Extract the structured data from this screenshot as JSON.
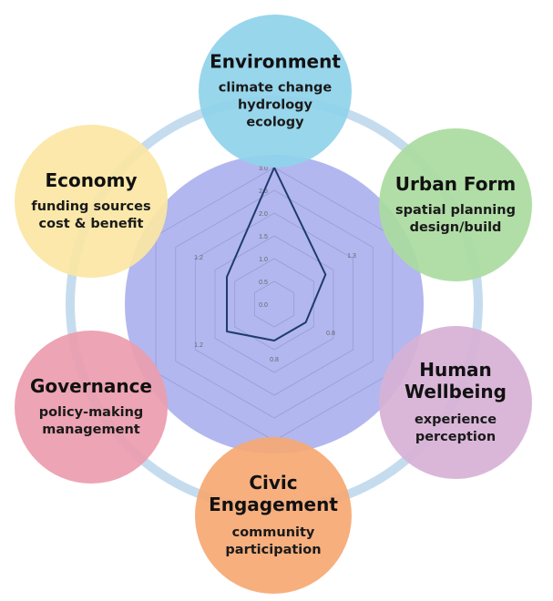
{
  "nodes": [
    {
      "id": "environment",
      "title_lines": [
        "Environment"
      ],
      "sub_lines": [
        "climate change",
        "hydrology",
        "ecology"
      ],
      "color": "#8fd3ea"
    },
    {
      "id": "urban-form",
      "title_lines": [
        "Urban Form"
      ],
      "sub_lines": [
        "spatial planning",
        "design/build"
      ],
      "color": "#aadba0"
    },
    {
      "id": "human-wellbeing",
      "title_lines": [
        "Human",
        "Wellbeing"
      ],
      "sub_lines": [
        "experience",
        "perception"
      ],
      "color": "#d7b1d6"
    },
    {
      "id": "civic-engagement",
      "title_lines": [
        "Civic",
        "Engagement"
      ],
      "sub_lines": [
        "community",
        "participation"
      ],
      "color": "#f6a873"
    },
    {
      "id": "governance",
      "title_lines": [
        "Governance"
      ],
      "sub_lines": [
        "policy-making",
        "management"
      ],
      "color": "#ec9cae"
    },
    {
      "id": "economy",
      "title_lines": [
        "Economy"
      ],
      "sub_lines": [
        "funding sources",
        "cost & benefit"
      ],
      "color": "#fbe6a3"
    }
  ],
  "colors": {
    "ring": "#c5dcef",
    "center": "#a5aaec",
    "grid": "#8e92c8",
    "series_line": "#1f3b6e"
  },
  "chart_data": {
    "type": "radar",
    "axes": [
      "Environment",
      "Urban Form",
      "Human Wellbeing",
      "Civic Engagement",
      "Governance",
      "Economy"
    ],
    "values": [
      3.0,
      1.3,
      0.8,
      0.8,
      1.2,
      1.2
    ],
    "scale_max": 3.0,
    "levels": 6,
    "scale_ticks": [
      "0.0",
      "0.5",
      "1.0",
      "1.5",
      "2.0",
      "2.5",
      "3.0"
    ],
    "value_labels": [
      "3.0",
      "1.3",
      "0.8",
      "0.8",
      "1.2",
      "1.2"
    ]
  }
}
